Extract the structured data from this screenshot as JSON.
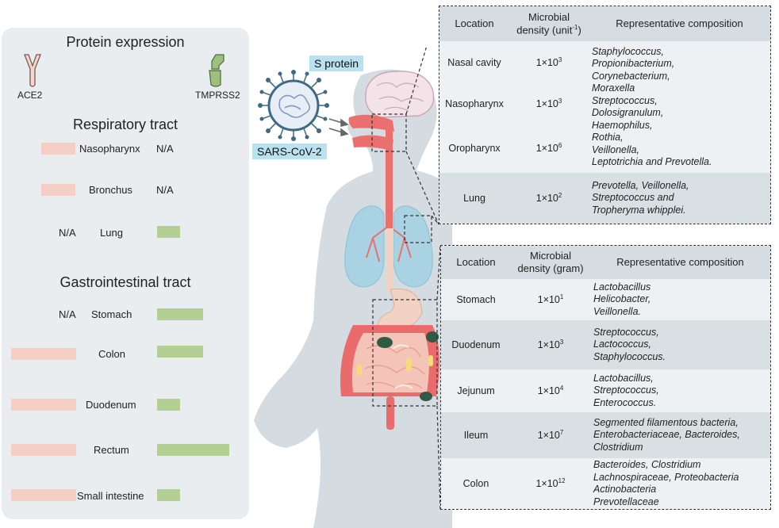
{
  "left_panel": {
    "title": "Protein expression",
    "ace2_label": "ACE2",
    "tmprss2_label": "TMPRSS2",
    "respiratory_title": "Respiratory tract",
    "gi_title": "Gastrointestinal tract",
    "na": "N/A",
    "respiratory": [
      {
        "organ": "Nasopharynx",
        "ace2": 0.45,
        "tmprss2": null
      },
      {
        "organ": "Bronchus",
        "ace2": 0.45,
        "tmprss2": null
      },
      {
        "organ": "Lung",
        "ace2": null,
        "tmprss2": 0.3
      }
    ],
    "gastrointestinal": [
      {
        "organ": "Stomach",
        "ace2": null,
        "tmprss2": 0.6
      },
      {
        "organ": "Colon",
        "ace2": 0.85,
        "tmprss2": 0.6
      },
      {
        "organ": "Duodenum",
        "ace2": 0.85,
        "tmprss2": 0.3
      },
      {
        "organ": "Rectum",
        "ace2": 0.85,
        "tmprss2": 0.95
      },
      {
        "organ": "Small intestine",
        "ace2": 0.85,
        "tmprss2": 0.3
      }
    ],
    "colors": {
      "ace2": "#f5cfc5",
      "tmprss2": "#b3cf94",
      "panel": "#e9edef"
    }
  },
  "virus": {
    "s_protein_label": "S protein",
    "name_label": "SARS-CoV-2"
  },
  "respiratory_table": {
    "headers": [
      "Location",
      "Microbial density (unit",
      "-1",
      ")",
      "Representative composition"
    ],
    "rows": [
      {
        "location": "Nasal cavity",
        "base": "1×10",
        "exp": "3"
      },
      {
        "location": "Nasopharynx",
        "base": "1×10",
        "exp": "3"
      },
      {
        "location": "Oropharynx",
        "base": "1×10",
        "exp": "6"
      },
      {
        "location": "Lung",
        "base": "1×10",
        "exp": "2"
      }
    ],
    "upper_composition": [
      "Staphylococcus,",
      "Propionibacterium,",
      "Corynebacterium,",
      "Moraxella",
      "Streptococcus,",
      "Dolosigranulum,",
      "Haemophilus,",
      "Rothia,",
      "Veillonella,",
      "Leptotrichia and Prevotella."
    ],
    "lung_composition": [
      "Prevotella, Veillonella,",
      "Streptococcus and",
      "Tropheryma whipplei."
    ]
  },
  "gi_table": {
    "headers": [
      "Location",
      "Microbial density (gram)",
      "Representative composition"
    ],
    "rows": [
      {
        "location": "Stomach",
        "base": "1×10",
        "exp": "1",
        "composition": [
          "Lactobacillus",
          "Helicobacter,",
          "Veillonella."
        ]
      },
      {
        "location": "Duodenum",
        "base": "1×10",
        "exp": "3",
        "composition": [
          "Streptococcus,",
          "Lactococcus,",
          "Staphylococcus."
        ]
      },
      {
        "location": "Jejunum",
        "base": "1×10",
        "exp": "4",
        "composition": [
          "Lactobacillus,",
          "Streptococcus,",
          "Enterococcus."
        ]
      },
      {
        "location": "Ileum",
        "base": "1×10",
        "exp": "7",
        "composition": [
          "Segmented filamentous bacteria,",
          "Enterobacteriaceae, Bacteroides,",
          "Clostridium"
        ]
      },
      {
        "location": "Colon",
        "base": "1×10",
        "exp": "12",
        "composition": [
          "Bacteroides, Clostridium",
          "Lachnospiraceae, Proteobacteria",
          "Actinobacteria",
          "Prevotellaceae"
        ]
      }
    ]
  }
}
